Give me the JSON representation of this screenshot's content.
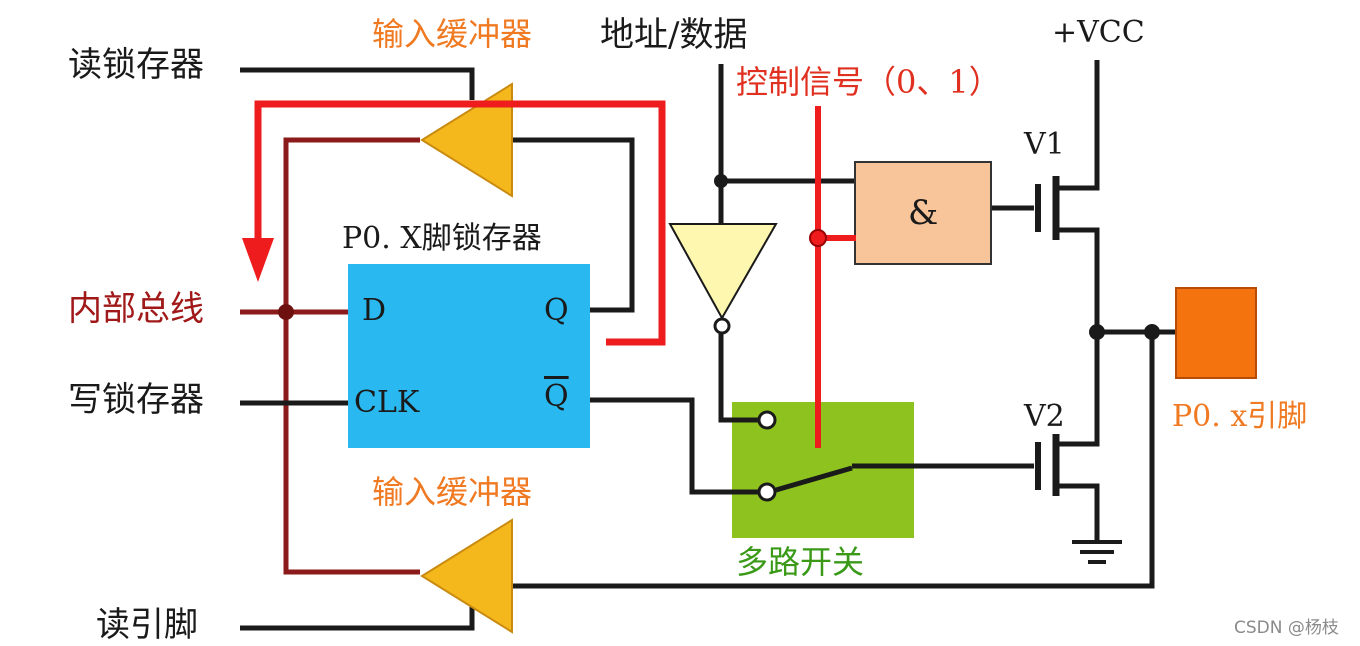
{
  "labels": {
    "read_latch": "读锁存器",
    "input_buffer_top": "输入缓冲器",
    "addr_data": "地址/数据",
    "vcc": "+VCC",
    "control_signal": "控制信号（0、1）",
    "v1": "V1",
    "latch_title": "P0. X脚锁存器",
    "internal_bus": "内部总线",
    "write_latch": "写锁存器",
    "pin_d": "D",
    "pin_q": "Q",
    "pin_clk": "CLK",
    "pin_qbar": "Q",
    "and_gate": "&",
    "pin_label": "P0. x引脚",
    "v2": "V2",
    "input_buffer_bottom": "输入缓冲器",
    "mux_label": "多路开关",
    "read_pin": "读引脚"
  },
  "watermark": "CSDN @杨枝",
  "colors": {
    "wire": "#1a1a1a",
    "bus_wire": "#8b1a1a",
    "red_path": "#ee1c1c",
    "buffer_fill": "#f4b81c",
    "latch_fill": "#2ab8f0",
    "and_fill": "#f8c49a",
    "inverter_fill": "#fdf7b0",
    "mux_fill": "#8dc21f",
    "pin_fill": "#f5730e"
  }
}
